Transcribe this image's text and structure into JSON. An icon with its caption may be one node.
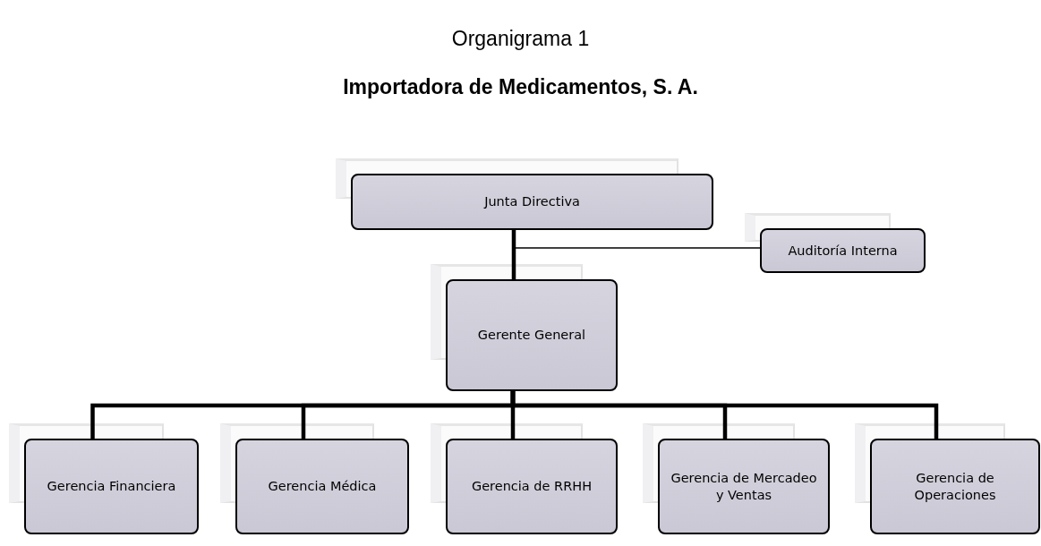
{
  "diagram": {
    "title": "Organigrama 1",
    "nodes": [
      {
        "text": [
          "Junta Directiva"
        ]
      },
      {
        "text": [
          "Auditoría Interna"
        ]
      },
      {
        "text": [
          "Gerente General"
        ]
      },
      {
        "text": [
          "Gerencia Financiera"
        ]
      },
      {
        "text": [
          "Gerencia Médica"
        ]
      },
      {
        "text": [
          "Gerencia de RRHH"
        ]
      },
      {
        "text": [
          "Gerencia de Mercadeo y Ventas"
        ]
      },
      {
        "text": [
          "Gerencia de Operaciones"
        ]
      }
    ],
    "edges": [
      {
        "from": 0,
        "to": 2,
        "arrow": "none"
      },
      {
        "from": 0,
        "to": 1,
        "arrow": "none"
      },
      {
        "from": 2,
        "to": 3,
        "arrow": "none"
      },
      {
        "from": 2,
        "to": 4,
        "arrow": "none"
      },
      {
        "from": 2,
        "to": 5,
        "arrow": "none"
      },
      {
        "from": 2,
        "to": 6,
        "arrow": "none"
      },
      {
        "from": 2,
        "to": 7,
        "arrow": "none"
      }
    ],
    "labels": [
      "Importadora de Medicamentos, S. A."
    ]
  }
}
